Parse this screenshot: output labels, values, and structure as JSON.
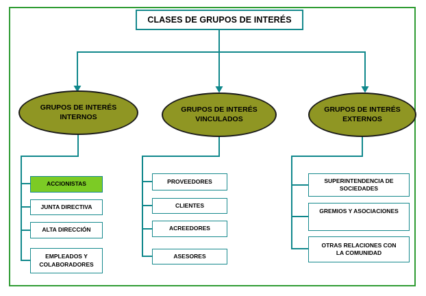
{
  "diagram": {
    "title": "CLASES DE GRUPOS DE INTERÉS",
    "branches": [
      {
        "label": "GRUPOS DE INTERÉS\nINTERNOS",
        "children": [
          {
            "label": "ACCIONISTAS",
            "highlighted": true
          },
          {
            "label": "JUNTA DIRECTIVA",
            "highlighted": false
          },
          {
            "label": "ALTA DIRECCIÓN",
            "highlighted": false
          },
          {
            "label": "EMPLEADOS Y\nCOLABORADORES",
            "highlighted": false
          }
        ]
      },
      {
        "label": "GRUPOS DE INTERÉS\nVINCULADOS",
        "children": [
          {
            "label": "PROVEEDORES",
            "highlighted": false
          },
          {
            "label": "CLIENTES",
            "highlighted": false
          },
          {
            "label": "ACREEDORES",
            "highlighted": false
          },
          {
            "label": "ASESORES",
            "highlighted": false
          }
        ]
      },
      {
        "label": "GRUPOS DE INTERÉS\nEXTERNOS",
        "children": [
          {
            "label": "SUPERINTENDENCIA DE\nSOCIEDADES",
            "highlighted": false
          },
          {
            "label": "GREMIOS Y ASOCIACIONES",
            "highlighted": false
          },
          {
            "label": "OTRAS RELACIONES CON\nLA COMUNIDAD",
            "highlighted": false
          }
        ]
      }
    ],
    "colors": {
      "connector_teal": "#0F878B",
      "box_border_teal": "#14888C",
      "node_olive": "#8F9623",
      "highlight_green": "#7CCB25",
      "frame_green": "#2E9B32",
      "text_black": "#000000"
    }
  }
}
